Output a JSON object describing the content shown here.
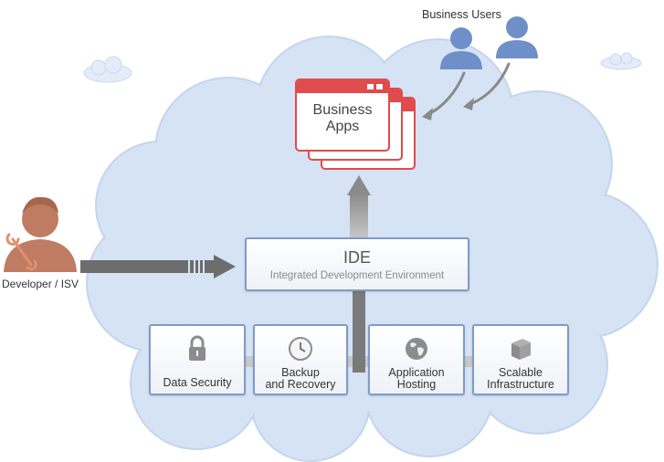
{
  "business_users": {
    "label": "Business Users"
  },
  "business_apps": {
    "label": "Business\nApps"
  },
  "developer": {
    "label": "Developer / ISV"
  },
  "ide": {
    "title": "IDE",
    "subtitle": "Integrated Development Environment"
  },
  "services": [
    {
      "label": "Data Security",
      "icon": "lock-icon"
    },
    {
      "label": "Backup\nand Recovery",
      "icon": "clock-icon"
    },
    {
      "label": "Application\nHosting",
      "icon": "globe-icon"
    },
    {
      "label": "Scalable\nInfrastructure",
      "icon": "box-icon"
    }
  ],
  "colors": {
    "cloud": "#d6e3f4",
    "cloud_edge": "#bfd2ec",
    "box_border": "#7f9bc9",
    "app_red": "#e04b4b",
    "user_blue": "#6f8fc9",
    "developer_orange": "#c07b63",
    "arrow_gray": "#6d6d6d"
  }
}
